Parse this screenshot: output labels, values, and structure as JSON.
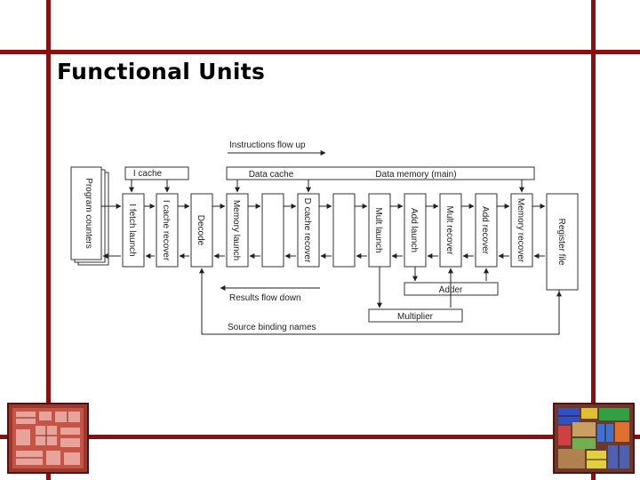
{
  "slide": {
    "title": "Functional Units",
    "frame_color": "#8b0f0f"
  },
  "diagram": {
    "top_arrow_label": "Instructions flow up",
    "caches": {
      "icache": "I cache",
      "dcache": "Data cache",
      "data_memory": "Data memory (main)"
    },
    "units": [
      "Program counters",
      "I fetch launch",
      "I cache recover",
      "Decode",
      "Memory launch",
      "",
      "D cache recover",
      "",
      "Mult launch",
      "Add launch",
      "Mult recover",
      "Add recover",
      "Memory recover",
      "Register file"
    ],
    "adder": "Adder",
    "multiplier": "Multiplier",
    "results_label": "Results flow down",
    "source_label": "Source binding names"
  },
  "decorations": {
    "left_chip_icon": "chip-die-photo-icon",
    "right_chip_icon": "chip-die-photo-icon"
  }
}
